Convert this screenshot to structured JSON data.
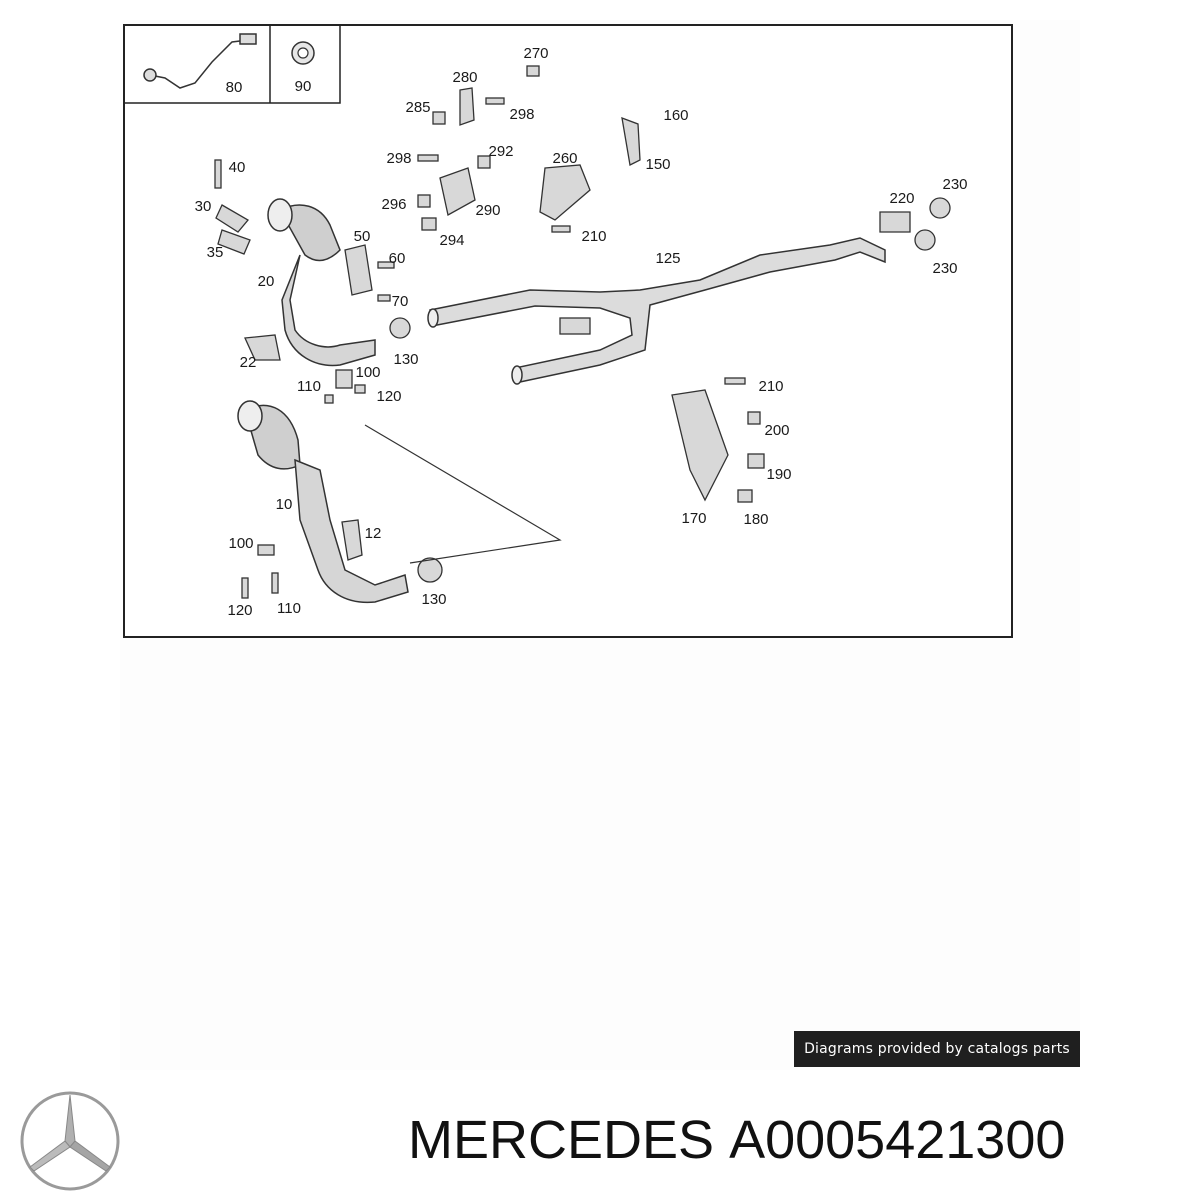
{
  "watermark": {
    "text": "Diagrams provided by catalogs parts"
  },
  "footer": {
    "brand": "MERCEDES",
    "part_number": "A0005421300"
  },
  "callouts": {
    "c80": "80",
    "c90": "90",
    "c270": "270",
    "c280": "280",
    "c285": "285",
    "c298a": "298",
    "c298b": "298",
    "c160": "160",
    "c150": "150",
    "c292": "292",
    "c260": "260",
    "c296": "296",
    "c290": "290",
    "c294": "294",
    "c210a": "210",
    "c220": "220",
    "c230a": "230",
    "c230b": "230",
    "c125": "125",
    "c40": "40",
    "c30": "30",
    "c35": "35",
    "c50": "50",
    "c60": "60",
    "c70": "70",
    "c20": "20",
    "c22": "22",
    "c130a": "130",
    "c110a": "110",
    "c100a": "100",
    "c120a": "120",
    "c210b": "210",
    "c200": "200",
    "c190": "190",
    "c170": "170",
    "c180": "180",
    "c10": "10",
    "c12": "12",
    "c100b": "100",
    "c120b": "120",
    "c110b": "110",
    "c130b": "130"
  },
  "colors": {
    "ink": "#1a1a1a",
    "frame": "#222222",
    "pipe_fill": "#d9d9d9",
    "banner": "#1f1f1f"
  }
}
